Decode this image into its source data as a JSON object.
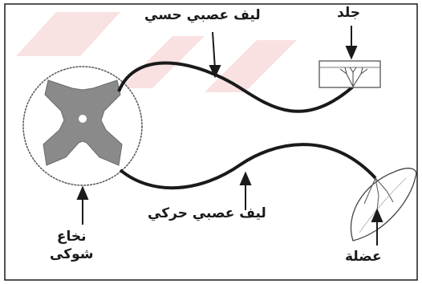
{
  "labels": {
    "sensory_fiber": "ليف عصبي حسي",
    "skin": "جلد",
    "motor_fiber": "ليف عصبي حركي",
    "muscle": "عضلة",
    "spinal_cord_line1": "نخاع",
    "spinal_cord_line2": "شوكى"
  },
  "colors": {
    "ink": "#1a1a1a",
    "grey_matter": "#8a8a8a",
    "watermark": "#e06060"
  }
}
